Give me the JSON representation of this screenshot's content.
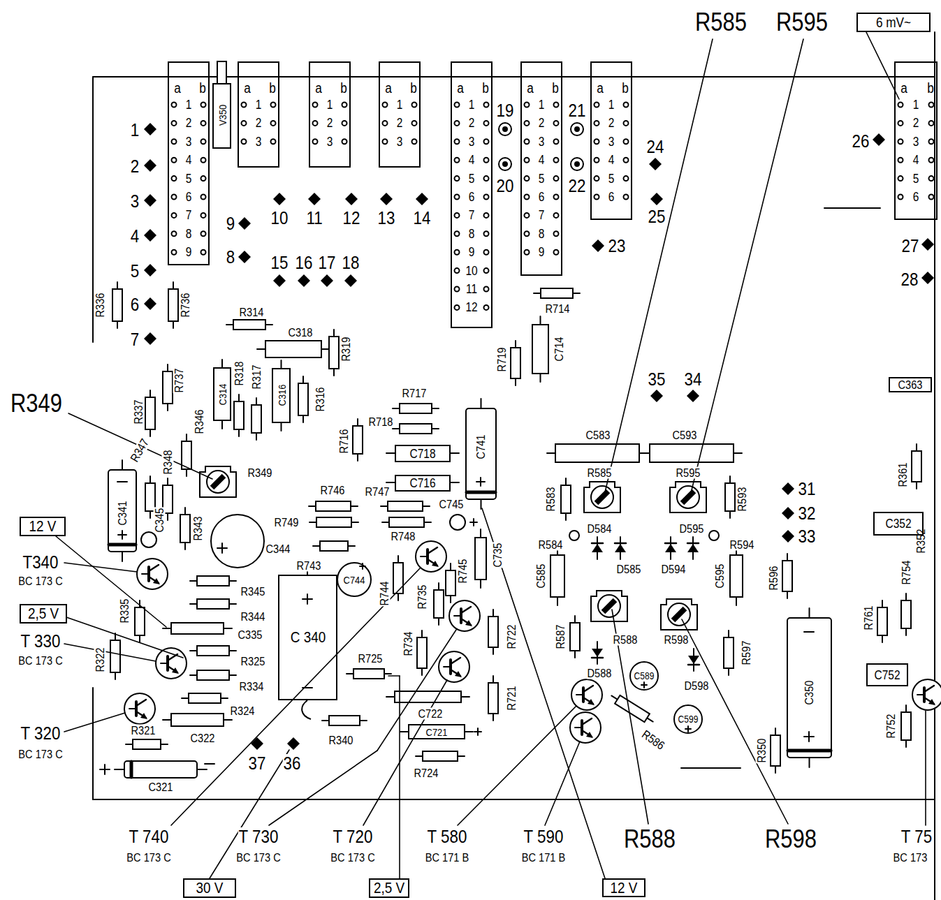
{
  "diagram": {
    "nodes": [
      {
        "text": [
          "a",
          "b",
          "1",
          "2",
          "3",
          "4",
          "5",
          "6",
          "7",
          "8",
          "9"
        ]
      },
      {
        "text": [
          "a",
          "b",
          "1",
          "2",
          "3"
        ]
      },
      {
        "text": [
          "a",
          "b",
          "1",
          "2",
          "3"
        ]
      },
      {
        "text": [
          "a",
          "b",
          "1",
          "2",
          "3"
        ]
      },
      {
        "text": [
          "a",
          "b",
          "1",
          "2",
          "3",
          "4",
          "5",
          "6",
          "7",
          "8",
          "9",
          "10",
          "11",
          "12"
        ]
      },
      {
        "text": [
          "a",
          "b",
          "1",
          "2",
          "3",
          "4",
          "5",
          "6",
          "7",
          "8",
          "9"
        ]
      },
      {
        "text": [
          "a",
          "b",
          "1",
          "2",
          "3",
          "4",
          "5",
          "6"
        ]
      },
      {
        "text": [
          "6 mV~"
        ]
      },
      {
        "text": [
          "a",
          "b",
          "1",
          "2",
          "3",
          "4",
          "5",
          "6"
        ]
      },
      {
        "text": [
          "C718"
        ]
      },
      {
        "text": [
          "C716"
        ]
      },
      {
        "text": [
          "C363"
        ]
      },
      {
        "text": [
          "12 V"
        ]
      },
      {
        "text": [
          "C352"
        ]
      },
      {
        "text": [
          "C 340"
        ]
      },
      {
        "text": [
          "2,5 V"
        ]
      },
      {
        "text": [
          "C752"
        ]
      },
      {
        "text": [
          "30 V"
        ]
      },
      {
        "text": [
          "2,5 V"
        ]
      },
      {
        "text": [
          "12 V"
        ]
      }
    ],
    "labels": [
      "R585",
      "R595",
      "1",
      "2",
      "3",
      "4",
      "5",
      "6",
      "7",
      "9",
      "8",
      "10",
      "11",
      "12",
      "13",
      "14",
      "15",
      "16",
      "17",
      "18",
      "19",
      "20",
      "21",
      "22",
      "24",
      "25",
      "23",
      "26",
      "27",
      "28",
      "35",
      "34",
      "31",
      "32",
      "33",
      "37",
      "36",
      "R349",
      "R588",
      "R598",
      "V350",
      "R336",
      "R736",
      "R314",
      "C318",
      "R319",
      "R737",
      "R337",
      "C314",
      "R318",
      "R317",
      "C316",
      "R316",
      "R346",
      "R347",
      "R348",
      "R349",
      "C341",
      "C345",
      "R343",
      "C344",
      "R345",
      "R344",
      "C335",
      "R325",
      "R334",
      "R324",
      "R321",
      "C322",
      "C321",
      "R322",
      "R335",
      "T340",
      "BC 173 C",
      "T 330",
      "BC 173 C",
      "T 320",
      "BC 173 C",
      "R717",
      "R718",
      "R716",
      "R746",
      "R747",
      "C745",
      "R749",
      "R748",
      "R743",
      "C744",
      "R744",
      "R745",
      "C735",
      "R735",
      "R734",
      "R722",
      "R725",
      "C722",
      "C721",
      "R340",
      "R724",
      "R721",
      "C741",
      "R719",
      "R714",
      "C714",
      "C583",
      "C593",
      "R585",
      "R595",
      "R583",
      "R593",
      "D584",
      "D595",
      "R584",
      "R594",
      "D585",
      "D594",
      "C585",
      "C595",
      "R596",
      "R587",
      "R588",
      "R598",
      "R597",
      "D588",
      "C589",
      "C599",
      "D598",
      "R586",
      "C350",
      "R350",
      "R361",
      "R754",
      "R352",
      "R761",
      "R752",
      "T 740",
      "BC 173 C",
      "T 730",
      "BC 173 C",
      "T 720",
      "BC 173 C",
      "T 580",
      "BC 171 B",
      "T 590",
      "BC 171 B",
      "T 75",
      "BC 173"
    ]
  }
}
